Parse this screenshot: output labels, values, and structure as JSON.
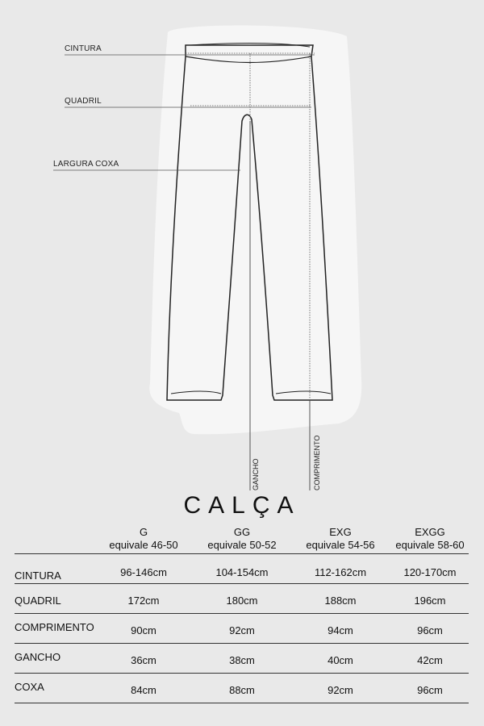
{
  "diagram": {
    "labels": {
      "cintura": "CINTURA",
      "quadril": "QUADRIL",
      "largura_coxa": "LARGURA COXA",
      "gancho": "GANCHO",
      "comprimento": "COMPRIMENTO"
    }
  },
  "title": "CALÇA",
  "table": {
    "columns": [
      {
        "code": "G",
        "equivalent": "equivale 46-50"
      },
      {
        "code": "GG",
        "equivalent": "equivale 50-52"
      },
      {
        "code": "EXG",
        "equivalent": "equivale 54-56"
      },
      {
        "code": "EXGG",
        "equivalent": "equivale 58-60"
      }
    ],
    "rows": [
      {
        "label": "CINTURA",
        "values": [
          "96-146cm",
          "104-154cm",
          "112-162cm",
          "120-170cm"
        ]
      },
      {
        "label": "QUADRIL",
        "values": [
          "172cm",
          "180cm",
          "188cm",
          "196cm"
        ]
      },
      {
        "label": "COMPRIMENTO",
        "values": [
          "90cm",
          "92cm",
          "94cm",
          "96cm"
        ]
      },
      {
        "label": "GANCHO",
        "values": [
          "36cm",
          "38cm",
          "40cm",
          "42cm"
        ]
      },
      {
        "label": "COXA",
        "values": [
          "84cm",
          "88cm",
          "92cm",
          "96cm"
        ]
      }
    ]
  }
}
